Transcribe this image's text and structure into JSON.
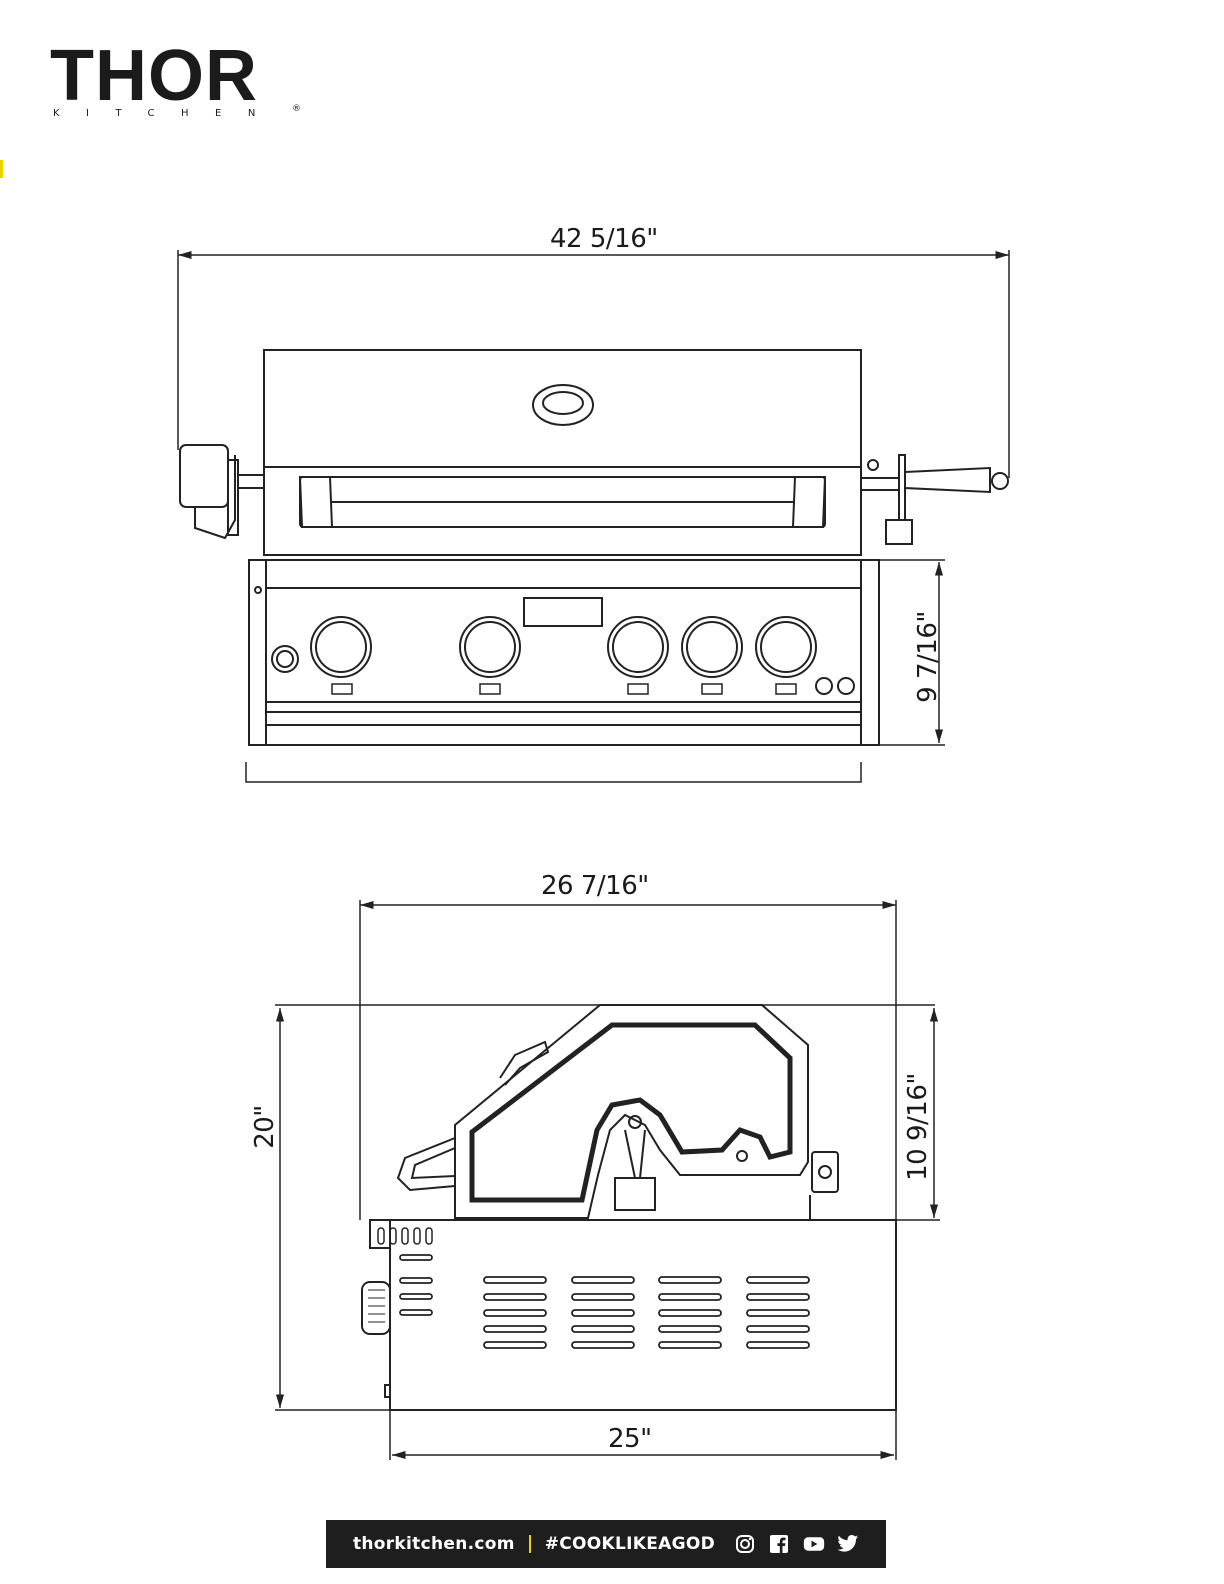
{
  "brand": {
    "name": "THOR",
    "sub": "KITCHEN",
    "registered": "®",
    "accent_color": "#e8d200"
  },
  "front_view": {
    "width_label": "42 5/16\"",
    "height_label": "9 7/16\""
  },
  "side_view": {
    "width_top_label": "26 7/16\"",
    "height_total_label": "20\"",
    "hood_height_label": "10 9/16\"",
    "base_width_label": "25\""
  },
  "footer": {
    "website": "thorkitchen.com",
    "hashtag": "#COOKLIKEAGOD",
    "icons": [
      "instagram-icon",
      "facebook-icon",
      "youtube-icon",
      "twitter-icon"
    ],
    "background": "#1e1e1e"
  }
}
